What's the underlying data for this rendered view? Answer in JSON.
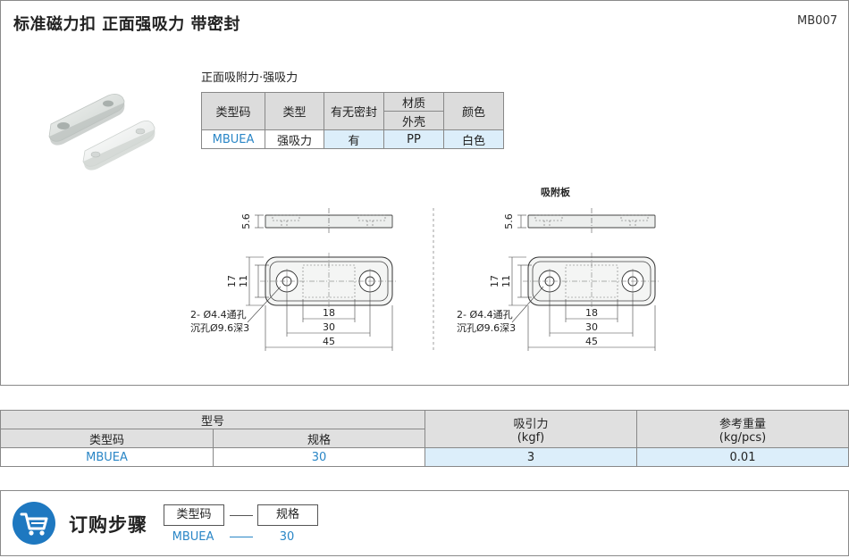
{
  "header": {
    "title": "标准磁力扣  正面强吸力  带密封",
    "code": "MB007"
  },
  "product": {
    "subtitle": "正面吸附力·强吸力",
    "spec_table": {
      "col_type_code": "类型码",
      "col_type": "类型",
      "col_seal": "有无密封",
      "col_material": "材质",
      "col_shell": "外壳",
      "col_color": "颜色",
      "row": {
        "type_code": "MBUEA",
        "type": "强吸力",
        "seal": "有",
        "shell": "PP",
        "color": "白色"
      }
    }
  },
  "drawing": {
    "plate_label": "吸附板",
    "dim_thickness": "5.6",
    "dim_17": "17",
    "dim_11": "11",
    "dim_18": "18",
    "dim_30": "30",
    "dim_45": "45",
    "note_hole": "2- Ø4.4通孔",
    "note_counter": "沉孔Ø9.6深3"
  },
  "main_table": {
    "h_model": "型号",
    "h_type_code": "类型码",
    "h_spec": "规格",
    "h_force": "吸引力",
    "h_force_unit": "(kgf)",
    "h_weight": "参考重量",
    "h_weight_unit": "(kg/pcs)",
    "row": {
      "type_code": "MBUEA",
      "spec": "30",
      "force": "3",
      "weight": "0.01"
    }
  },
  "order": {
    "title": "订购步骤",
    "box_type_code": "类型码",
    "box_spec": "规格",
    "val_type_code": "MBUEA",
    "val_spec": "30",
    "icon": "shopping-cart-icon"
  },
  "colors": {
    "accent_blue": "#2a86c6",
    "header_gray": "#dcdcdc",
    "highlight": "#dceefa",
    "cart_blue": "#1e78c0"
  }
}
